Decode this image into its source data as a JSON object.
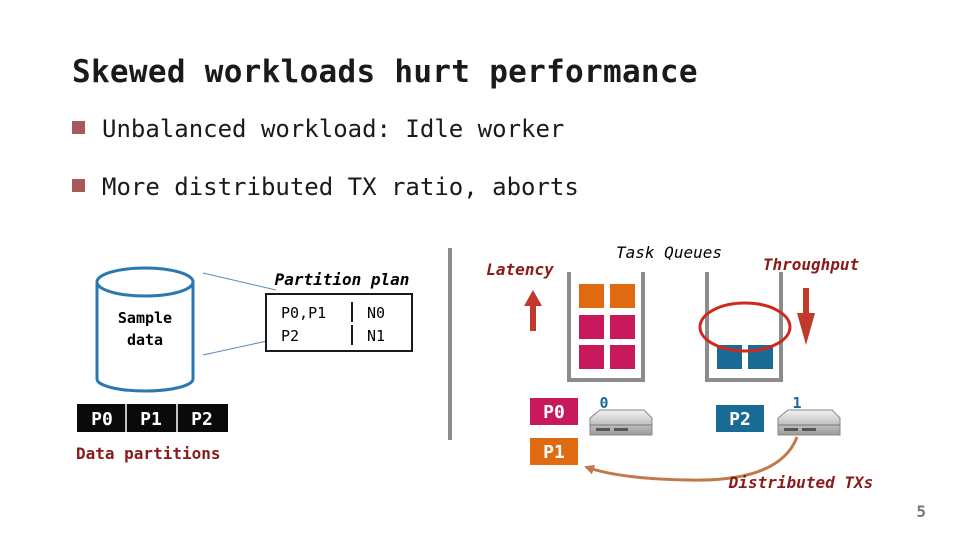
{
  "slide": {
    "title": "Skewed workloads hurt performance",
    "bullets": [
      "Unbalanced workload: Idle worker",
      "More distributed TX ratio, aborts"
    ],
    "page_number": "5"
  },
  "left_diagram": {
    "cylinder_label_line1": "Sample",
    "cylinder_label_line2": "data",
    "partitions": [
      "P0",
      "P1",
      "P2"
    ],
    "partitions_caption": "Data partitions",
    "plan_title": "Partition plan",
    "plan_rows": [
      {
        "partitions": "P0,P1",
        "node": "N0"
      },
      {
        "partitions": "P2",
        "node": "N1"
      }
    ]
  },
  "right_diagram": {
    "queues_title": "Task Queues",
    "latency_label": "Latency",
    "throughput_label": "Throughput",
    "node0_id": "0",
    "node1_id": "1",
    "node0_partitions": [
      "P0",
      "P1"
    ],
    "node1_partitions": [
      "P2"
    ],
    "distributed_label": "Distributed TXs"
  },
  "colors": {
    "partition_p0": "#c8195c",
    "partition_p1": "#e06a10",
    "partition_p2": "#1a6a96",
    "accent_red": "#8b1a1a",
    "arrow_red": "#c0392b",
    "ellipse_red": "#d0281e",
    "curve_brown": "#c07a4a",
    "cylinder_blue": "#2a78b0"
  }
}
